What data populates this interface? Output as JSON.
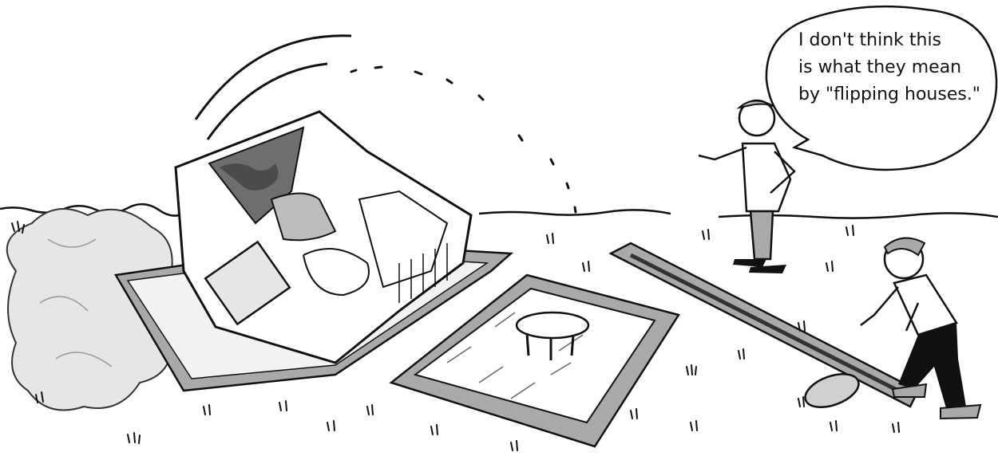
{
  "speech_bubble": {
    "lines": [
      "I don't think this",
      "is what they mean",
      "by \"flipping houses.\""
    ]
  },
  "colors": {
    "ink": "#111111",
    "paper": "#ffffff",
    "shade_light": "#e6e6e6",
    "shade_mid": "#a9a9a9",
    "shade_dark": "#6e6e6e"
  }
}
